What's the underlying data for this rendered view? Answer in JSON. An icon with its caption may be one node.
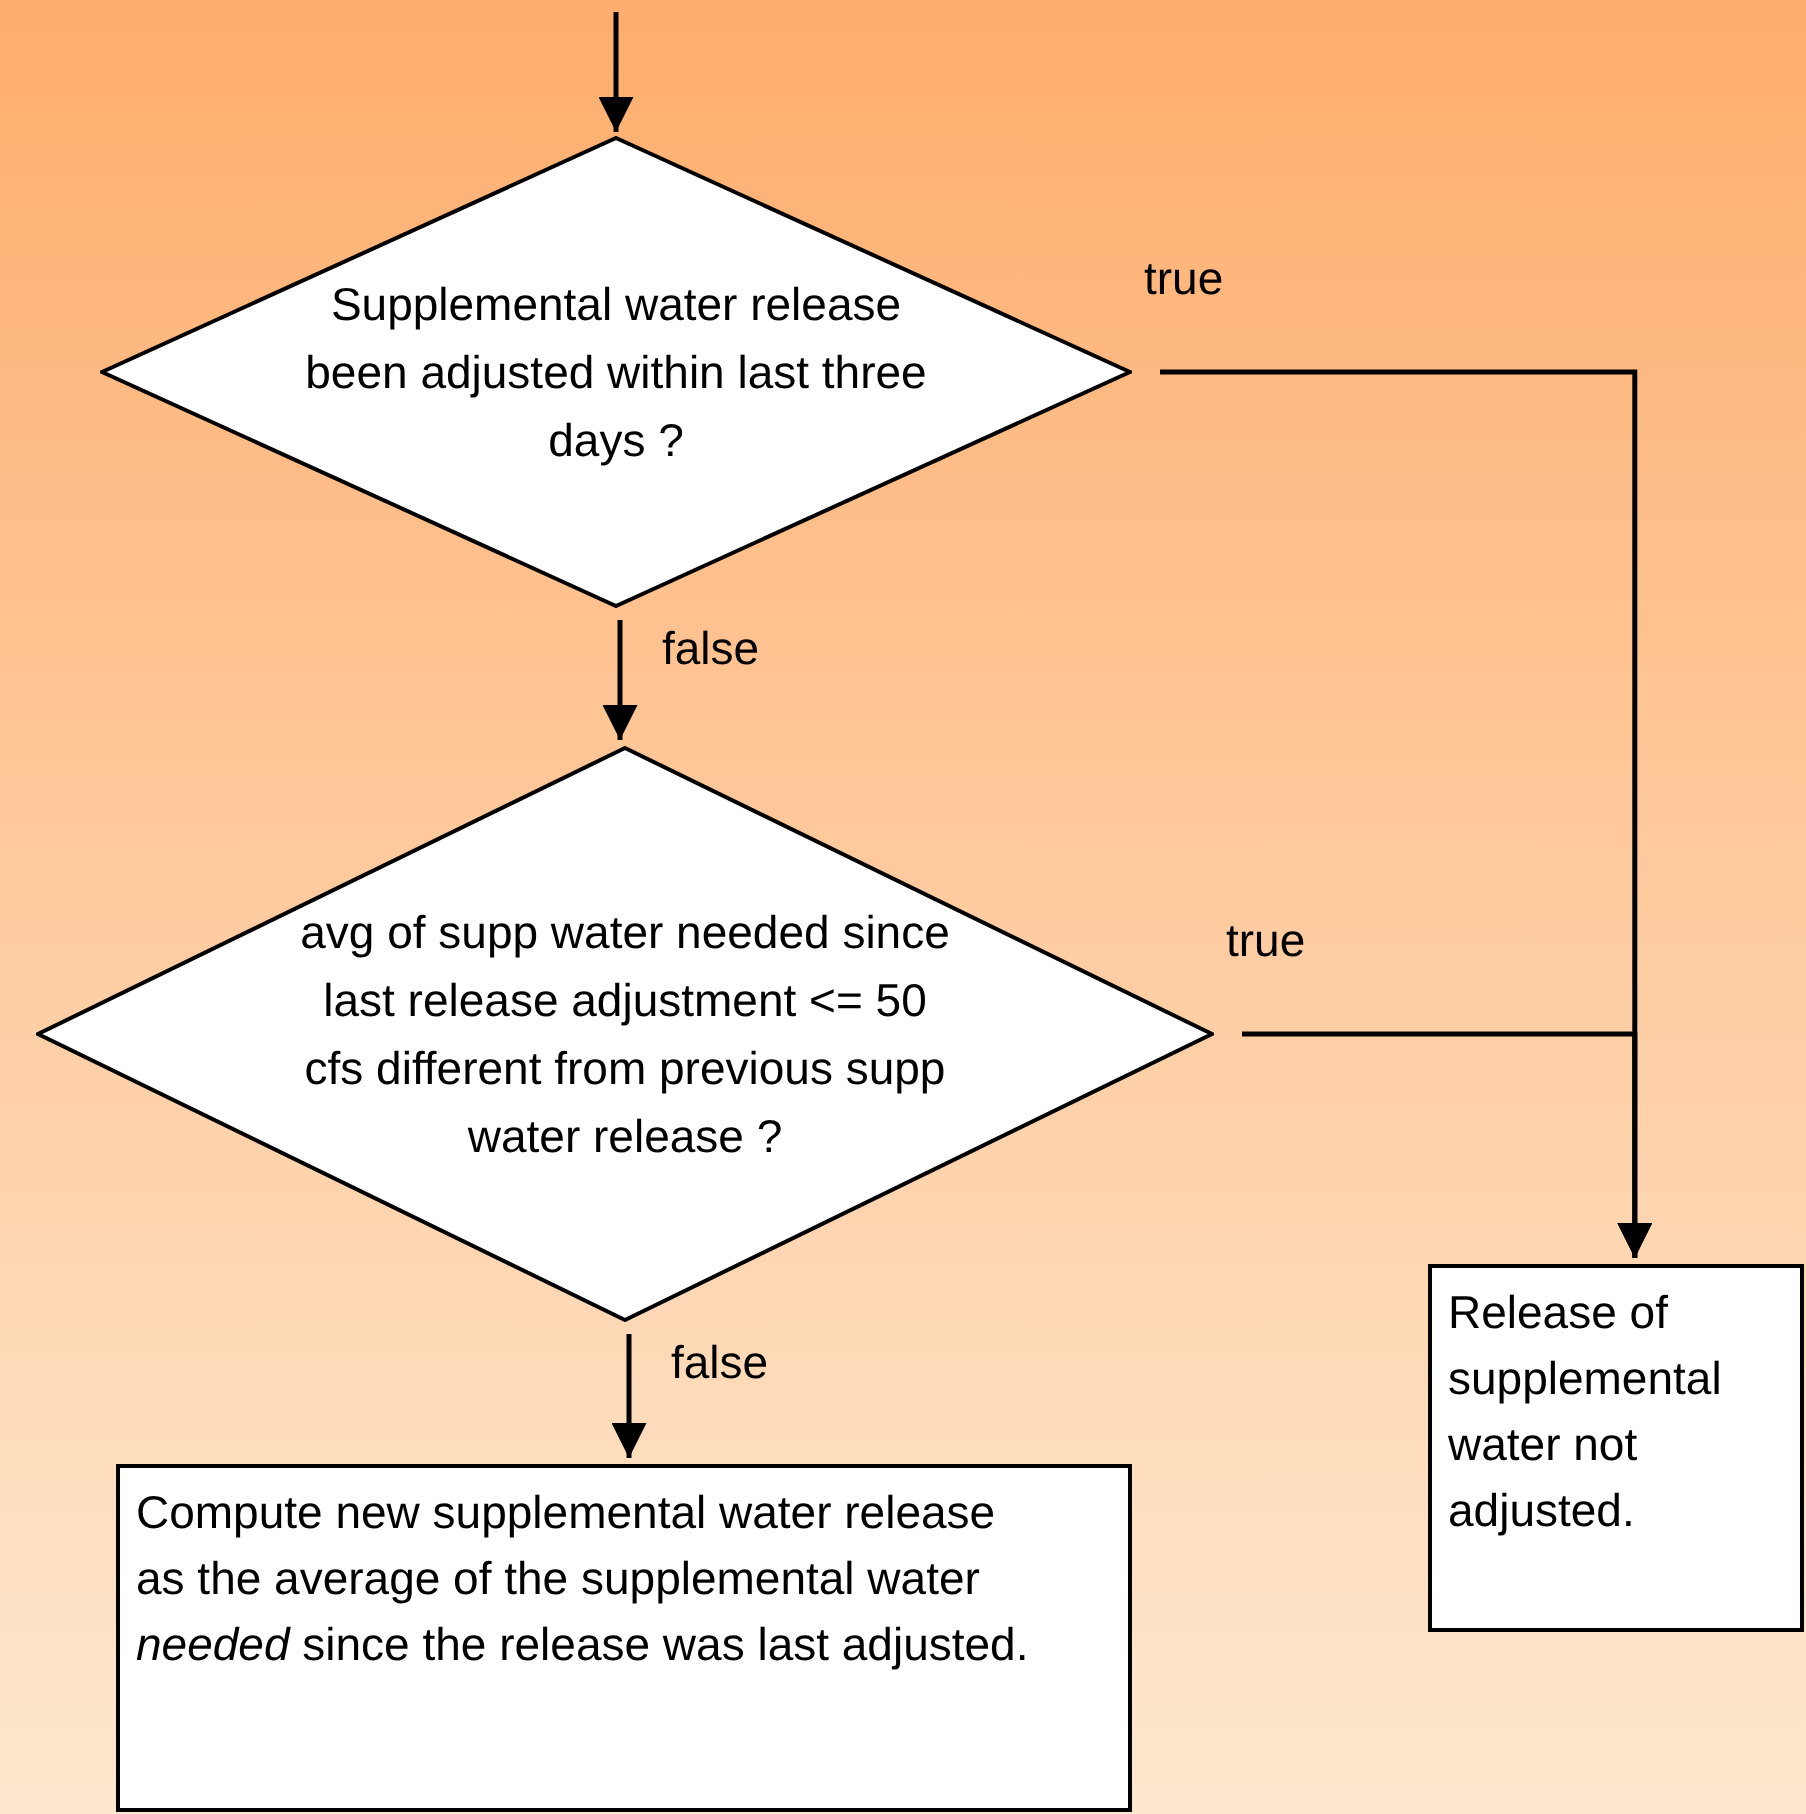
{
  "diagram": {
    "nodes": [
      {
        "text": [
          "Supplemental water release been adjusted within last three days ?"
        ]
      },
      {
        "text": [
          "avg of supp water needed since last release adjustment <= 50 cfs different from previous supp water release ?"
        ]
      },
      {
        "text": [
          "Compute new supplemental water release as the average of the supplemental water *needed* since the release was last adjusted."
        ]
      },
      {
        "text": [
          "Release of supplemental water not adjusted."
        ]
      }
    ],
    "edges": [
      {
        "from": null,
        "to": 0,
        "arrow": "to"
      },
      {
        "from": 0,
        "to": 1,
        "arrow": "to",
        "label": "false"
      },
      {
        "from": 1,
        "to": 2,
        "arrow": "to",
        "label": "false"
      },
      {
        "from": 0,
        "to": 3,
        "arrow": "to",
        "label": "true"
      },
      {
        "from": 1,
        "to": 3,
        "arrow": "to",
        "label": "true"
      }
    ]
  }
}
